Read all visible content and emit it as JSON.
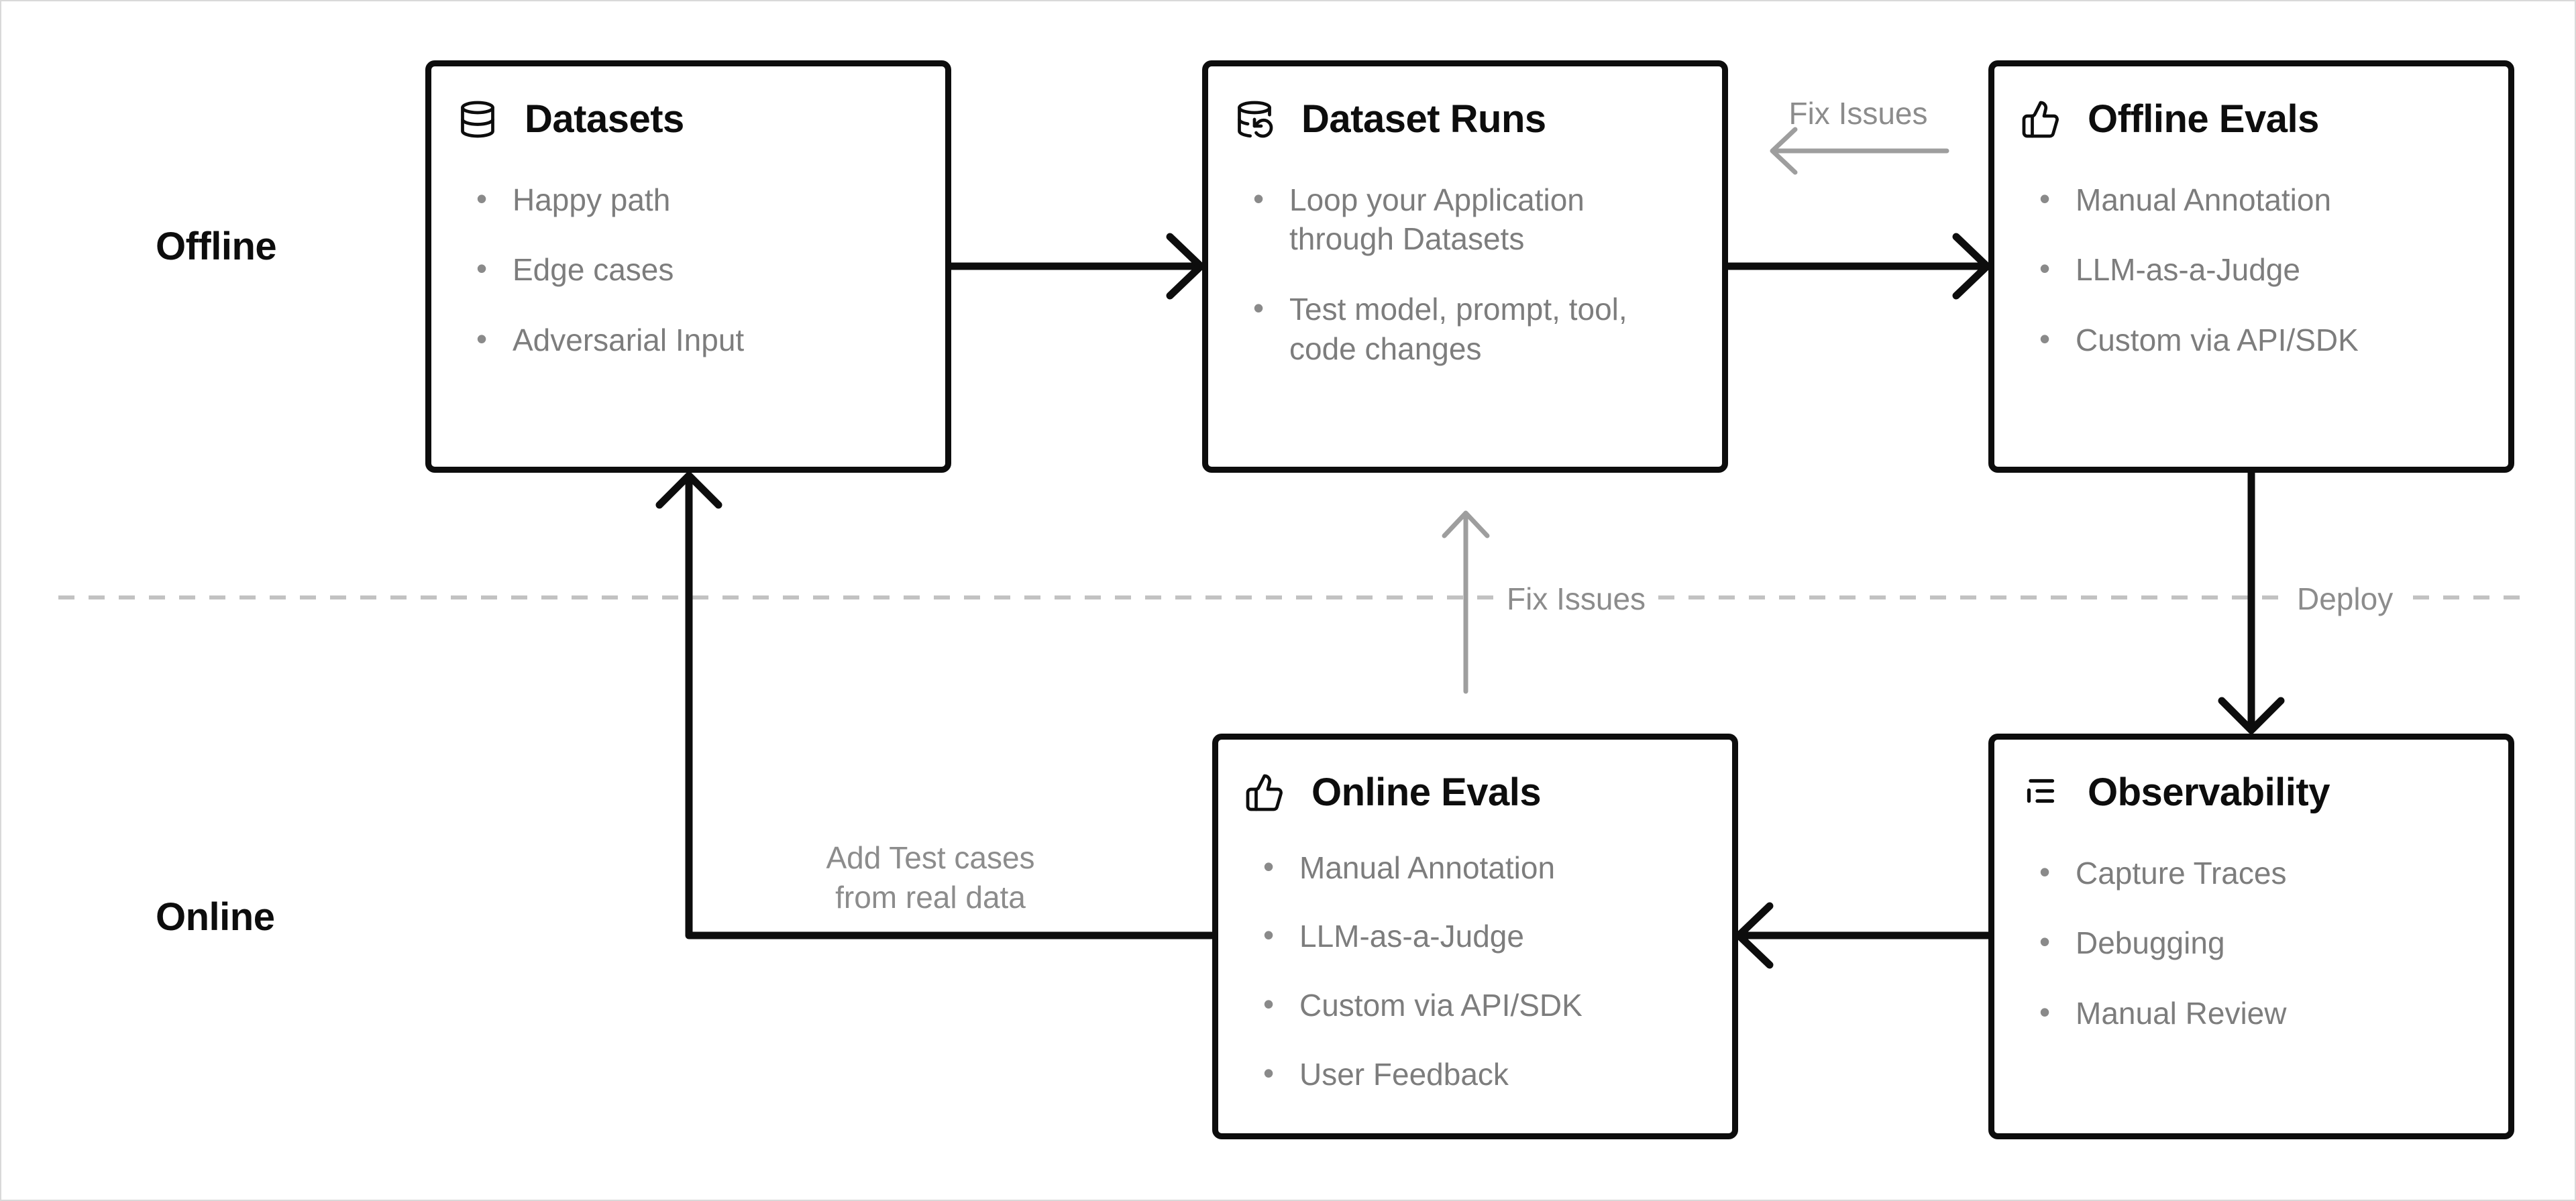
{
  "sections": {
    "offline": "Offline",
    "online": "Online"
  },
  "nodes": [
    {
      "id": "datasets",
      "icon": "database-icon",
      "title": "Datasets",
      "bullets": [
        "Happy path",
        "Edge cases",
        "Adversarial Input"
      ]
    },
    {
      "id": "dataset-runs",
      "icon": "database-backup-icon",
      "title": "Dataset Runs",
      "bullets": [
        "Loop your Application through Datasets",
        "Test model, prompt, tool, code changes"
      ]
    },
    {
      "id": "offline-evals",
      "icon": "thumbs-up-icon",
      "title": "Offline Evals",
      "bullets": [
        "Manual Annotation",
        "LLM-as-a-Judge",
        "Custom via API/SDK"
      ]
    },
    {
      "id": "online-evals",
      "icon": "thumbs-up-icon",
      "title": "Online Evals",
      "bullets": [
        "Manual Annotation",
        "LLM-as-a-Judge",
        "Custom via API/SDK",
        "User Feedback"
      ]
    },
    {
      "id": "observability",
      "icon": "logs-icon",
      "title": "Observability",
      "bullets": [
        "Capture Traces",
        "Debugging",
        "Manual Review"
      ]
    }
  ],
  "labels": {
    "fix_issues_top": "Fix Issues",
    "fix_issues_mid": "Fix Issues",
    "deploy": "Deploy",
    "add_test_cases_line1": "Add Test cases",
    "add_test_cases_line2": "from real data"
  },
  "colors": {
    "node_border": "#0d0d0d",
    "arrow_black": "#0d0d0d",
    "arrow_gray": "#9e9e9e",
    "divider_dash": "#c2c2c2",
    "bullet_text": "#7d7d7d",
    "label_text": "#8c8c8c",
    "background": "#ffffff"
  }
}
